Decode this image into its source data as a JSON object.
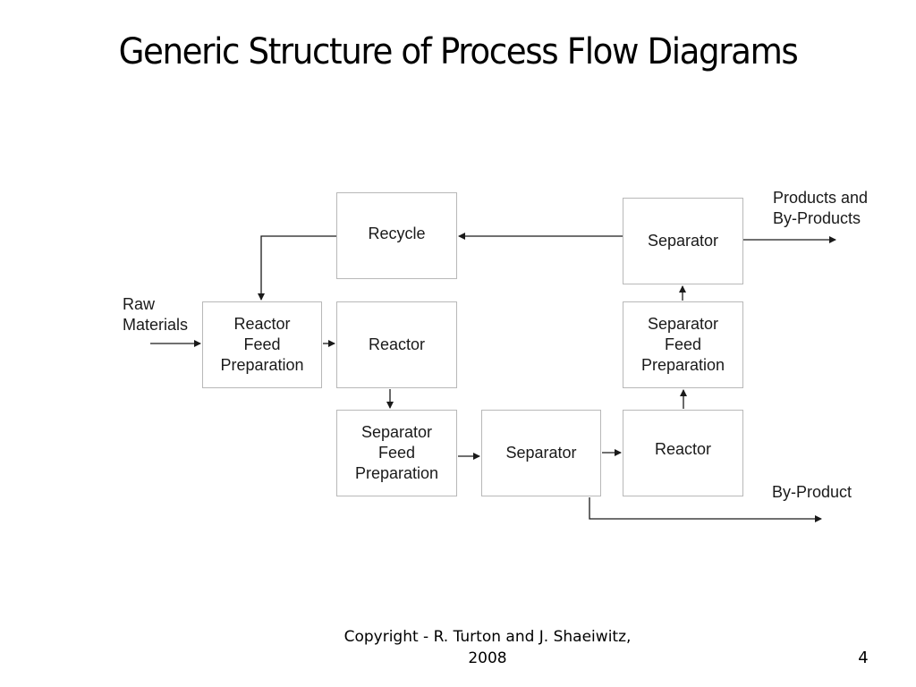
{
  "title": "Generic Structure of Process Flow Diagrams",
  "diagram": {
    "boxes": {
      "recycle": "Recycle",
      "reactor_feed_prep": "Reactor\nFeed\nPreparation",
      "reactor_1": "Reactor",
      "separator_feed_prep_1": "Separator\nFeed\nPreparation",
      "separator_1": "Separator",
      "reactor_2": "Reactor",
      "separator_feed_prep_2": "Separator\nFeed\nPreparation",
      "separator_2": "Separator"
    },
    "labels": {
      "raw_materials": "Raw\nMaterials",
      "products": "Products and\nBy-Products",
      "by_product": "By-Product"
    }
  },
  "footer": {
    "copyright": "Copyright - R. Turton and J. Shaeiwitz, 2008",
    "page_number": "4"
  }
}
